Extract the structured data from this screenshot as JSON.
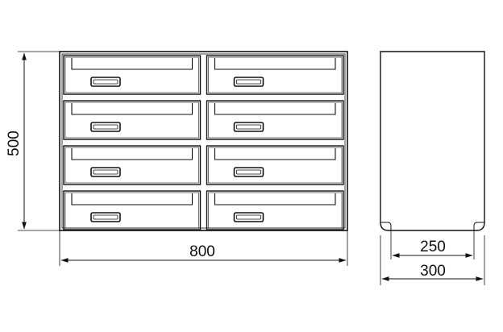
{
  "drawing": {
    "front_view": {
      "width_label": "800",
      "height_label": "500",
      "drawer_rows": 4,
      "drawer_columns": 2
    },
    "side_view": {
      "inner_depth_label": "250",
      "outer_depth_label": "300"
    },
    "colors": {
      "line": "#111111",
      "background": "#ffffff"
    }
  }
}
